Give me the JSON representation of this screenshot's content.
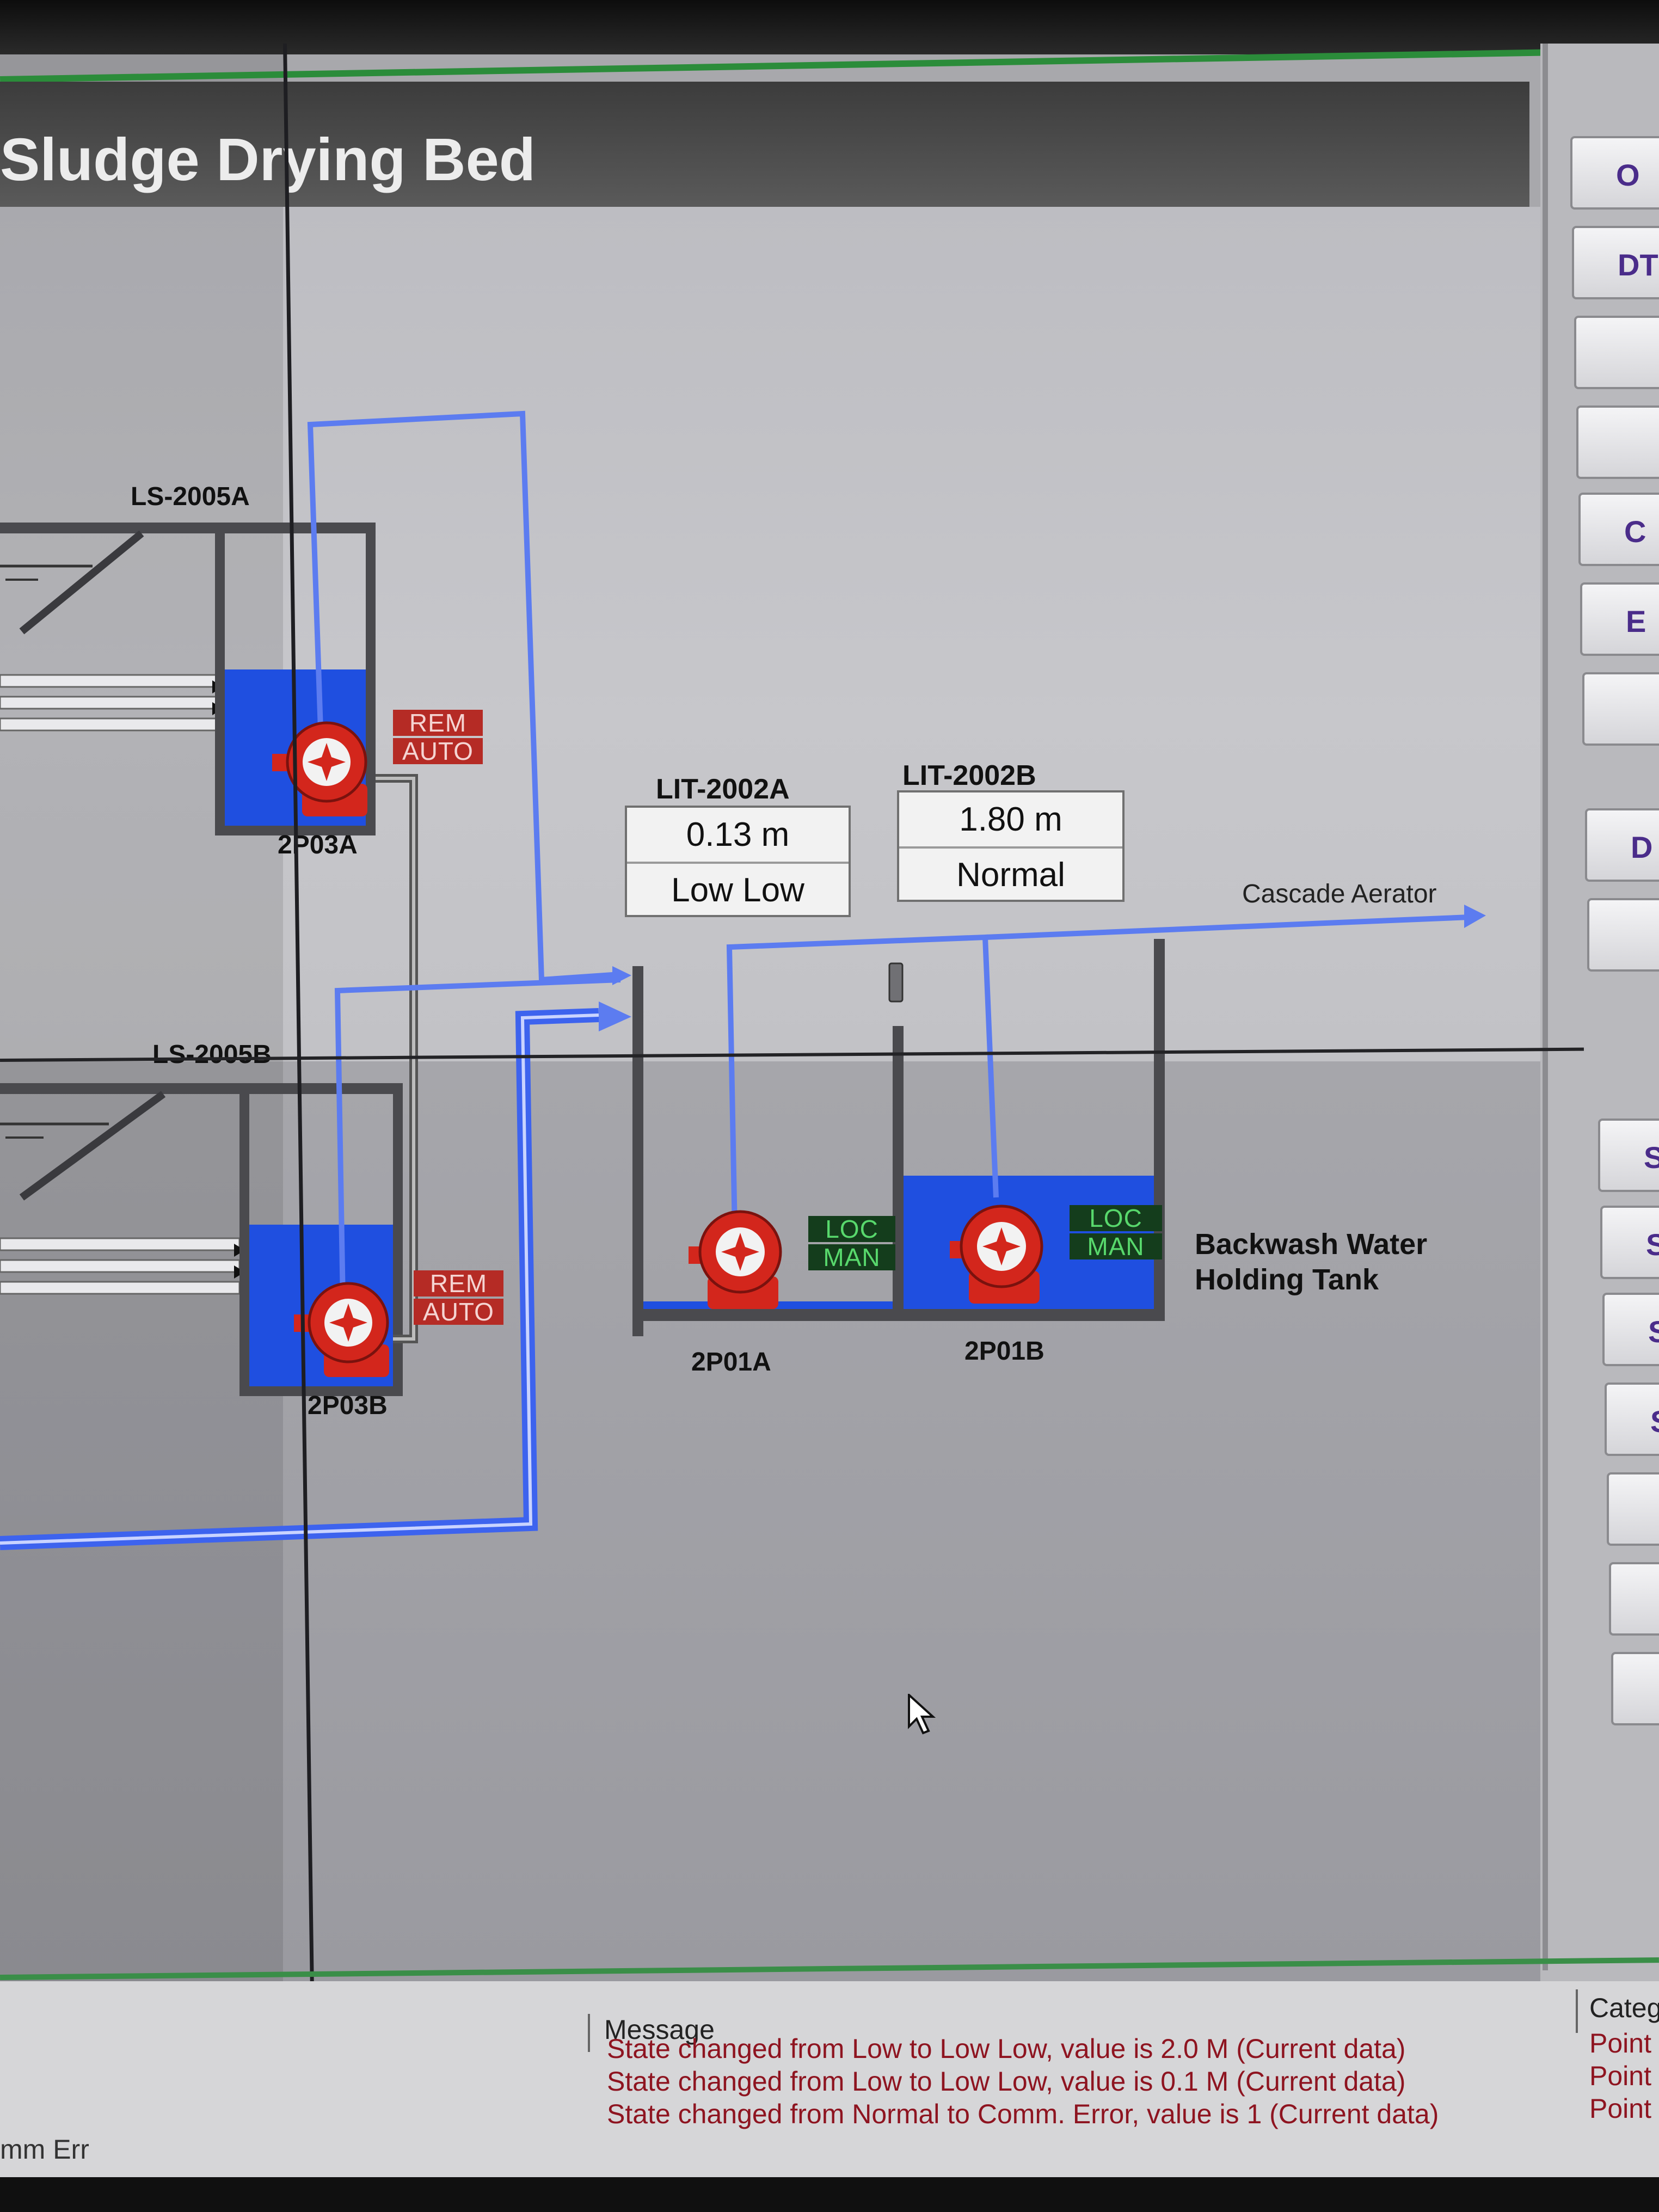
{
  "screen": {
    "title": "Sludge Drying Bed"
  },
  "right_buttons": [
    "O",
    "DT",
    "",
    "",
    "C",
    "E",
    "",
    "D",
    "",
    "S",
    "S",
    "S",
    "S",
    "",
    "",
    ""
  ],
  "lift_stations": [
    {
      "tag": "LS-2005A",
      "pump": "2P03A",
      "mode_lines": [
        "REM",
        "AUTO"
      ]
    },
    {
      "tag": "LS-2005B",
      "pump": "2P03B",
      "mode_lines": [
        "REM",
        "AUTO"
      ]
    }
  ],
  "level_transmitters": [
    {
      "tag": "LIT-2002A",
      "value": "0.13 m",
      "state": "Low Low"
    },
    {
      "tag": "LIT-2002B",
      "value": "1.80 m",
      "state": "Normal"
    }
  ],
  "tank_pumps": [
    {
      "tag": "2P01A",
      "mode_lines": [
        "LOC",
        "MAN"
      ]
    },
    {
      "tag": "2P01B",
      "mode_lines": [
        "LOC",
        "MAN"
      ]
    }
  ],
  "tank": {
    "label_line1": "Backwash Water",
    "label_line2": "Holding Tank",
    "outlet_label": "Cascade Aerator"
  },
  "tank_levels": {
    "left_cell_fill_fraction": 0.02,
    "right_cell_fill_fraction": 0.36
  },
  "alarm_panel": {
    "message_header": "Message",
    "category_header": "Categ",
    "messages": [
      "State changed from Low to Low Low, value is 2.0 M (Current data)",
      "State changed from Low to Low Low, value is 0.1 M (Current data)",
      "State changed from Normal to Comm. Error, value is 1 (Current data)"
    ],
    "categories": [
      "Point",
      "Point",
      "Point"
    ],
    "left_status": "mm Err"
  },
  "colors": {
    "water": "#1f4fe0",
    "pump": "#d3261c",
    "pipe": "#5c7cf0",
    "alarm_text": "#8e1420"
  }
}
